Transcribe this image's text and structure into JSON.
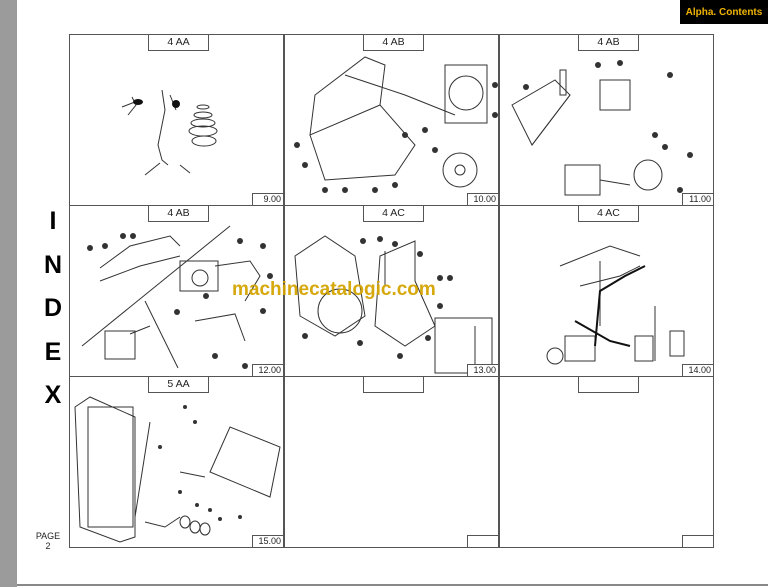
{
  "header": {
    "alpha_contents_label": "Alpha. Contents",
    "accent_color": "#f0b400"
  },
  "sidebar": {
    "index_letters": [
      "I",
      "N",
      "D",
      "E",
      "X"
    ],
    "page_label": "PAGE",
    "page_number": "2"
  },
  "watermark": "machinecatalogic.com",
  "cells": [
    {
      "section": "4 AA",
      "page": "9.00",
      "illustration": "pedal-control-linkage-icon"
    },
    {
      "section": "4 AB",
      "page": "10.00",
      "illustration": "engine-radiator-exploded-icon"
    },
    {
      "section": "4 AB",
      "page": "11.00",
      "illustration": "hydraulic-tank-pump-icon"
    },
    {
      "section": "4 AB",
      "page": "12.00",
      "illustration": "hydraulic-lines-pump-icon"
    },
    {
      "section": "4 AC",
      "page": "13.00",
      "illustration": "engine-air-cleaner-icon"
    },
    {
      "section": "4 AC",
      "page": "14.00",
      "illustration": "fuel-injection-system-icon"
    },
    {
      "section": "5 AA",
      "page": "15.00",
      "illustration": "mast-frame-carriage-icon"
    },
    {
      "section": "",
      "page": "",
      "illustration": ""
    },
    {
      "section": "",
      "page": "",
      "illustration": ""
    }
  ]
}
